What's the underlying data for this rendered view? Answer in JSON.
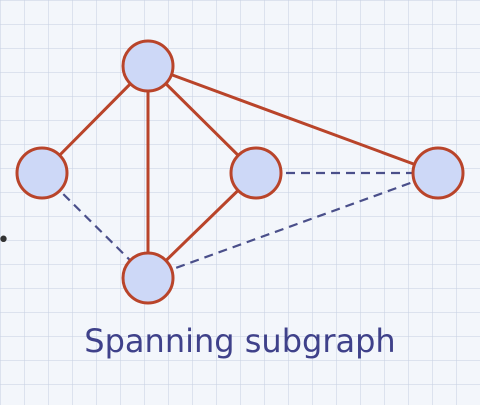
{
  "caption": "Spanning subgraph",
  "colors": {
    "node_fill": "#cdd8f7",
    "node_stroke": "#b9442a",
    "subgraph_edge": "#b9442a",
    "removed_edge": "#4a4f8a",
    "caption": "#3f418a"
  },
  "graph": {
    "nodes": [
      {
        "id": "top"
      },
      {
        "id": "left"
      },
      {
        "id": "center"
      },
      {
        "id": "right"
      },
      {
        "id": "bottom"
      }
    ],
    "edges": [
      {
        "from": "top",
        "to": "left",
        "style": "solid"
      },
      {
        "from": "top",
        "to": "bottom",
        "style": "solid"
      },
      {
        "from": "top",
        "to": "center",
        "style": "solid"
      },
      {
        "from": "top",
        "to": "right",
        "style": "solid"
      },
      {
        "from": "center",
        "to": "bottom",
        "style": "solid"
      },
      {
        "from": "left",
        "to": "bottom",
        "style": "dashed"
      },
      {
        "from": "center",
        "to": "right",
        "style": "dashed"
      },
      {
        "from": "bottom",
        "to": "right",
        "style": "dashed"
      }
    ]
  }
}
